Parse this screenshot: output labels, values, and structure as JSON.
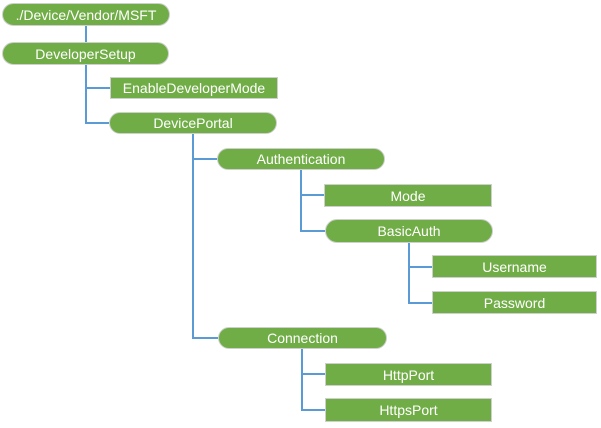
{
  "diagram_type": "org-chart-tree",
  "colors": {
    "background": "#FFFFFF",
    "node_fill": "#71AD47",
    "node_border": "#CFCFCF",
    "node_text": "#FFFFFF",
    "connector": "#5B9BD5"
  },
  "nodes": [
    {
      "id": "root",
      "label": "./Device/Vendor/MSFT",
      "shape": "pill",
      "parent": null
    },
    {
      "id": "developersetup",
      "label": "DeveloperSetup",
      "shape": "pill",
      "parent": "root"
    },
    {
      "id": "enabledevelopermode",
      "label": "EnableDeveloperMode",
      "shape": "rect",
      "parent": "developersetup"
    },
    {
      "id": "deviceportal",
      "label": "DevicePortal",
      "shape": "pill",
      "parent": "developersetup"
    },
    {
      "id": "authentication",
      "label": "Authentication",
      "shape": "pill",
      "parent": "deviceportal"
    },
    {
      "id": "mode",
      "label": "Mode",
      "shape": "rect",
      "parent": "authentication"
    },
    {
      "id": "basicauth",
      "label": "BasicAuth",
      "shape": "pill",
      "parent": "authentication"
    },
    {
      "id": "username",
      "label": "Username",
      "shape": "rect",
      "parent": "basicauth"
    },
    {
      "id": "password",
      "label": "Password",
      "shape": "rect",
      "parent": "basicauth"
    },
    {
      "id": "connection",
      "label": "Connection",
      "shape": "pill",
      "parent": "deviceportal"
    },
    {
      "id": "httpport",
      "label": "HttpPort",
      "shape": "rect",
      "parent": "connection"
    },
    {
      "id": "httpsport",
      "label": "HttpsPort",
      "shape": "rect",
      "parent": "connection"
    }
  ]
}
